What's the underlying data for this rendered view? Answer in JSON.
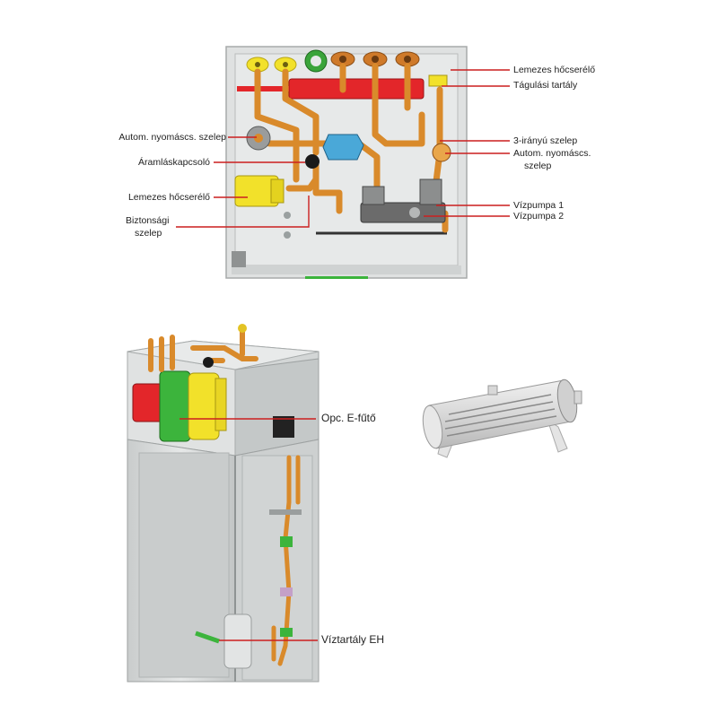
{
  "top_diagram": {
    "labels": {
      "plate_hex_right": "Lemezes hőcserélő",
      "expansion_tank": "Tágulási tartály",
      "air_valve_left": "Autom. nyomáscs. szelep",
      "flow_switch": "Áramláskapcsoló",
      "plate_hex_left": "Lemezes hőcserélő",
      "safety_valve_1": "Biztonsági",
      "safety_valve_2": "szelep",
      "three_way_valve": "3-irányú szelep",
      "air_valve_right_1": "Autom. nyomáscs.",
      "air_valve_right_2": "szelep",
      "pump_1": "Vízpumpa 1",
      "pump_2": "Vízpumpa 2"
    }
  },
  "bottom_diagram": {
    "labels": {
      "optional_heater": "Opc. E-fűtő",
      "tank_heater": "Víztartály EH"
    }
  },
  "colors": {
    "leader_line": "#cc1f1f",
    "copper_pipe": "#d98a2b",
    "expansion_tank": "#e3262a",
    "heat_exchanger": "#f2e12a",
    "valve_blue": "#4aa8d8",
    "pump_body": "#6b6b6b",
    "cabinet_grey": "#d6d8d8",
    "green_part": "#3cb43c"
  }
}
